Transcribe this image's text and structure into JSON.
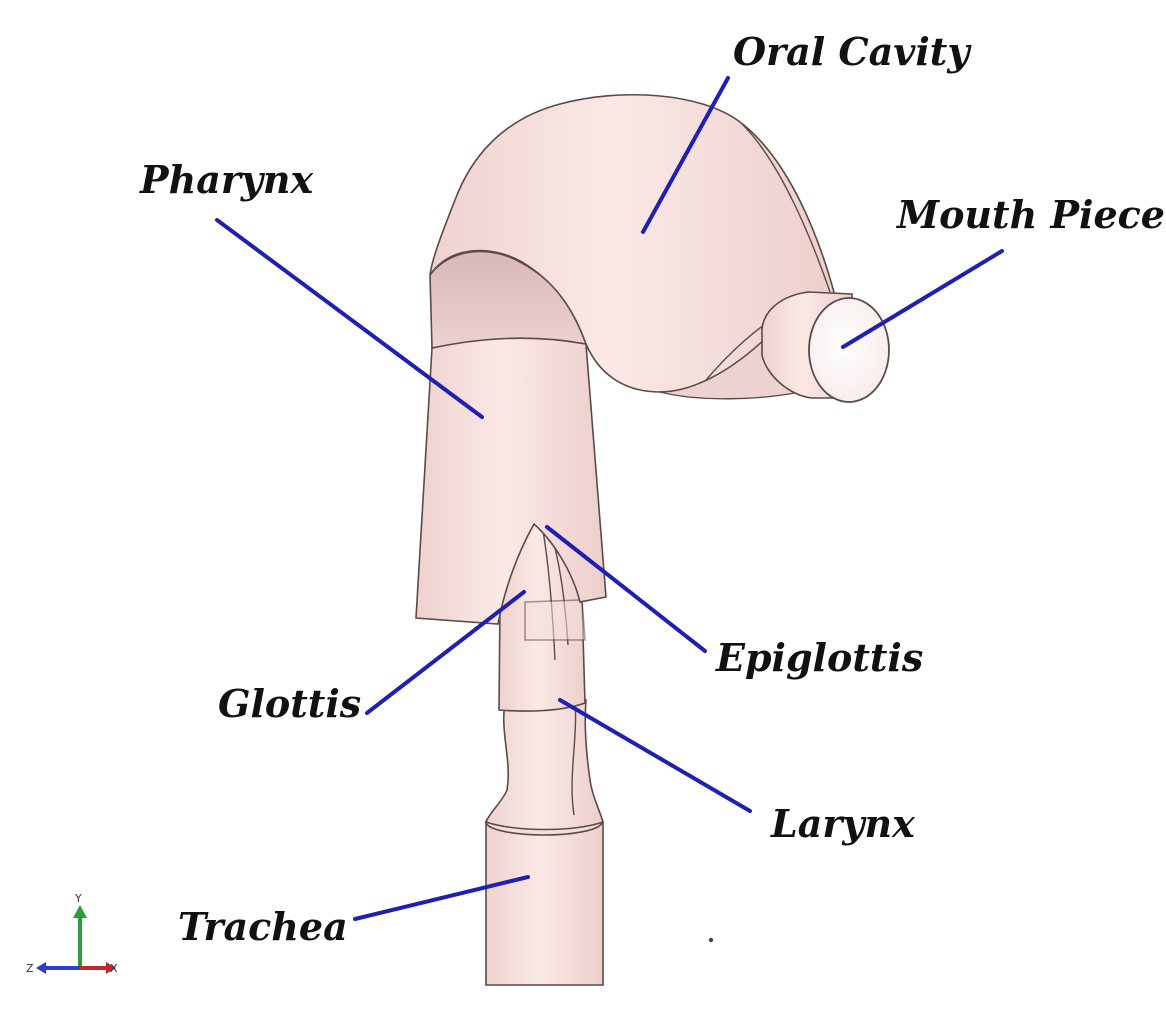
{
  "labels": {
    "oral_cavity": "Oral Cavity",
    "pharynx": "Pharynx",
    "mouth_piece": "Mouth Piece",
    "epiglottis": "Epiglottis",
    "glottis": "Glottis",
    "larynx": "Larynx",
    "trachea": "Trachea"
  },
  "axes": {
    "y": "Y",
    "z": "Z",
    "x": "X"
  },
  "colors": {
    "leader_line": "#1f1fb4",
    "body_fill": "#f4dedb",
    "body_edge": "#5a4a48",
    "axis_y": "#2e9e3a",
    "axis_z": "#2a3fd0",
    "axis_x": "#c0282a"
  }
}
